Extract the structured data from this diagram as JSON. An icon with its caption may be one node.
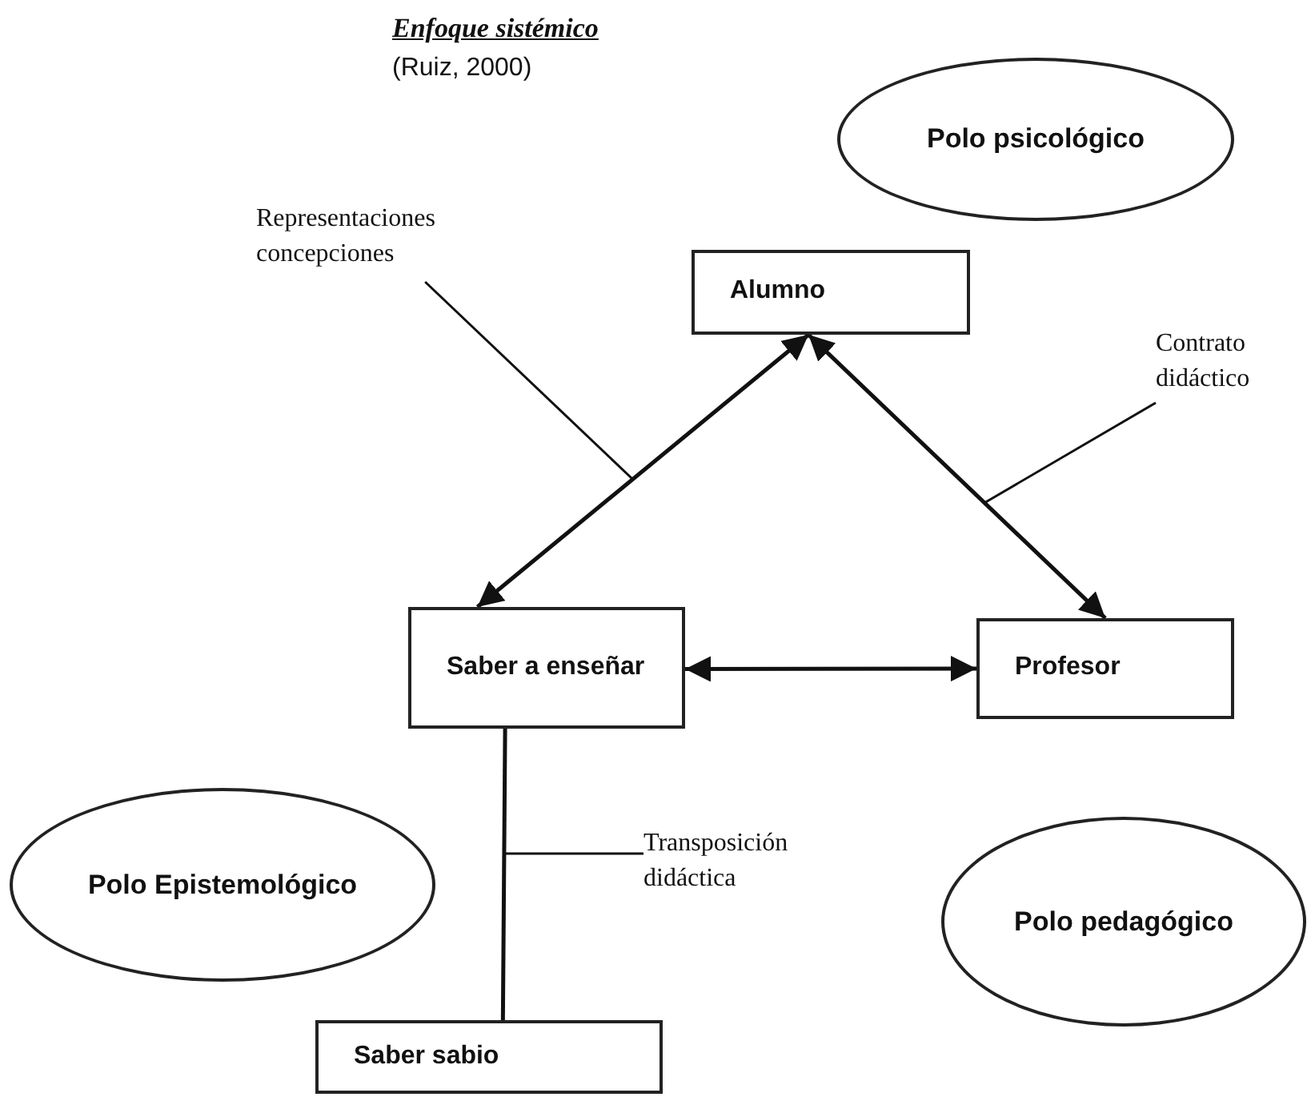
{
  "diagram": {
    "title": "Enfoque sistémico",
    "nodes": [
      {
        "text": [
          "Polo psicológico"
        ]
      },
      {
        "text": [
          "Alumno"
        ]
      },
      {
        "text": [
          "Representaciones concepciones"
        ]
      },
      {
        "text": [
          "Contrato didáctico"
        ]
      },
      {
        "text": [
          "Saber a enseñar"
        ]
      },
      {
        "text": [
          "Profesor"
        ]
      },
      {
        "text": [
          "Polo Epistemológico"
        ]
      },
      {
        "text": [
          "Transposición didáctica"
        ]
      },
      {
        "text": [
          "Polo pedagógico"
        ]
      },
      {
        "text": [
          "Saber sabio"
        ]
      }
    ],
    "edges": [
      {
        "from": 1,
        "to": 4,
        "arrow": "both"
      },
      {
        "from": 1,
        "to": 5,
        "arrow": "both"
      },
      {
        "from": 4,
        "to": 5,
        "arrow": "both"
      },
      {
        "from": 4,
        "to": 9,
        "arrow": "none"
      },
      {
        "from": 2,
        "to": null,
        "arrow": "none"
      },
      {
        "from": 3,
        "to": null,
        "arrow": "none"
      },
      {
        "from": 7,
        "to": null,
        "arrow": "none"
      }
    ],
    "labels": [
      "(Ruiz, 2000)"
    ]
  }
}
